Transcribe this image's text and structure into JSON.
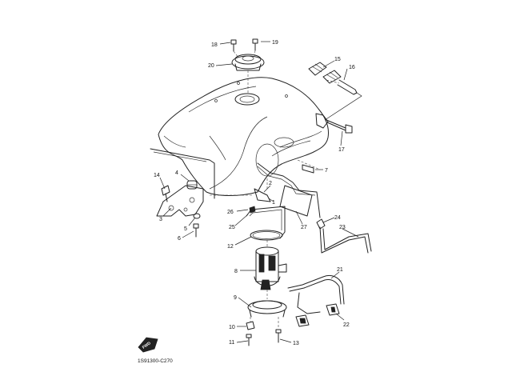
{
  "diagram": {
    "part_numbers": [
      "1",
      "2",
      "3",
      "4",
      "5",
      "6",
      "7",
      "8",
      "9",
      "10",
      "11",
      "12",
      "13",
      "14",
      "15",
      "16",
      "17",
      "18",
      "19",
      "20",
      "21",
      "22",
      "23",
      "24",
      "25",
      "26",
      "27"
    ],
    "front_marker": "FWD",
    "drawing_code": "1S91300-C270"
  }
}
